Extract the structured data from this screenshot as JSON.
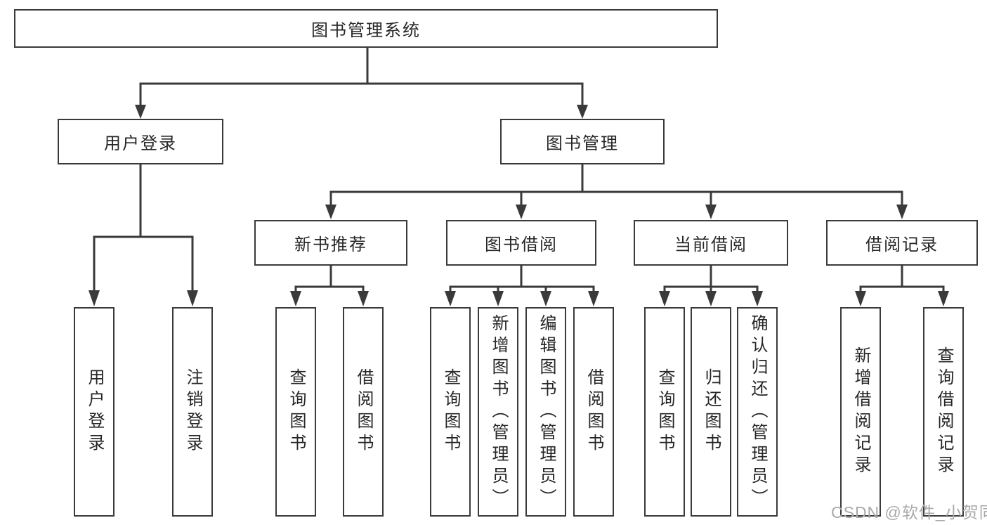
{
  "diagram": {
    "root_label": "图书管理系统",
    "level2": [
      {
        "label": "用户登录",
        "children": [
          "用户登录",
          "注销登录"
        ]
      },
      {
        "label": "图书管理",
        "children": [
          {
            "label": "新书推荐",
            "children": [
              "查询图书",
              "借阅图书"
            ]
          },
          {
            "label": "图书借阅",
            "children": [
              "查询图书",
              "新增图书（管理员）",
              "编辑图书（管理员）",
              "借阅图书"
            ]
          },
          {
            "label": "当前借阅",
            "children": [
              "查询图书",
              "归还图书",
              "确认归还（管理员）"
            ]
          },
          {
            "label": "借阅记录",
            "children": [
              "新增借阅记录",
              "查询借阅记录"
            ]
          }
        ]
      }
    ]
  },
  "watermark": {
    "text": "CSDN @软件_小贺同学"
  },
  "colors": {
    "line": "#3a3a3a",
    "box_fill": "#ffffff",
    "text": "#262626",
    "watermark": "#a9a9a9",
    "background": "#ffffff"
  }
}
